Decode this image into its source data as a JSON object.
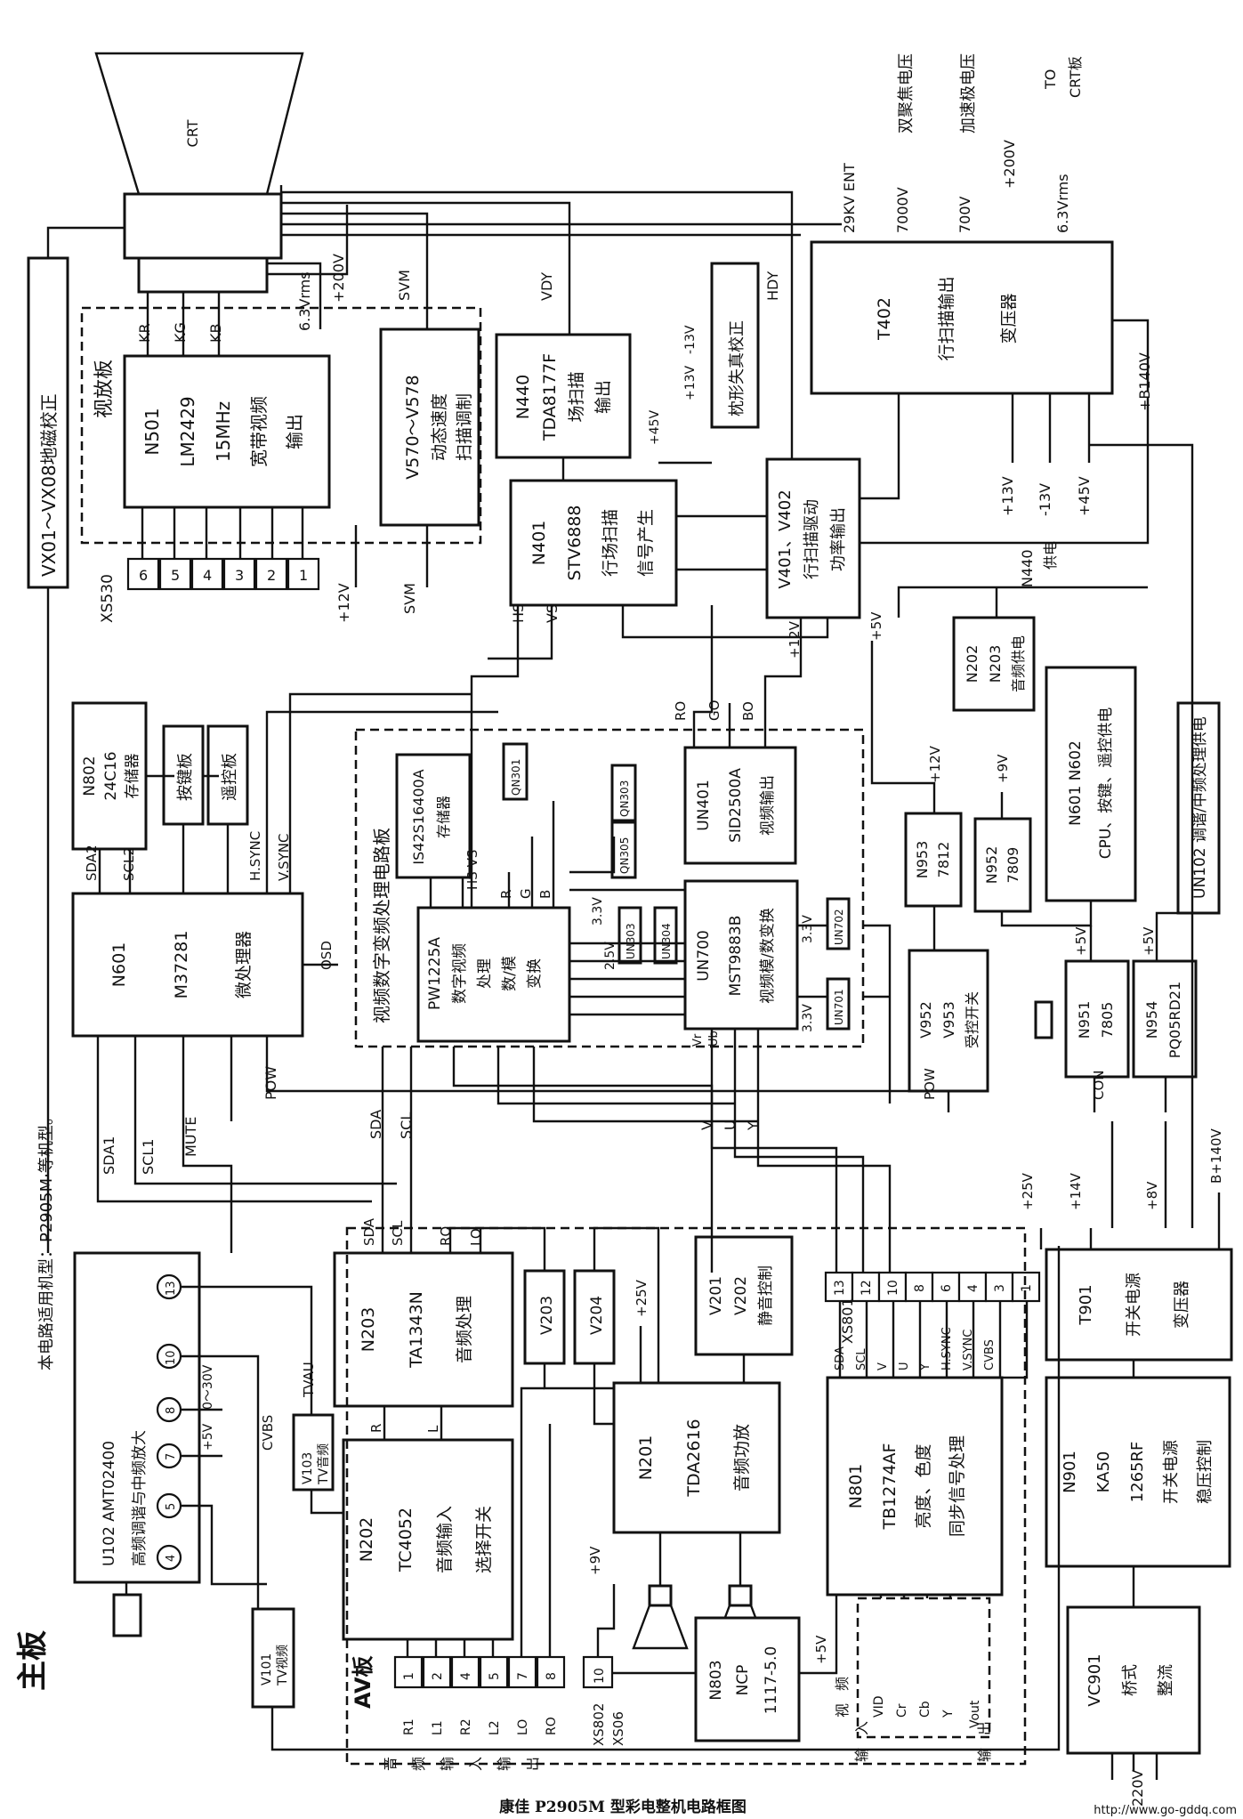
{
  "side_notes": {
    "main_board": "主板",
    "applicable_models": "本电路适用机型：P2905M·等机型。"
  },
  "crt": {
    "label": "CRT",
    "heater": "6.3Vrms",
    "plus200": "+200V",
    "kr": "KR",
    "kg": "KG",
    "kb": "KB",
    "svm": "SVM",
    "vdy": "VDY",
    "hdy": "HDY"
  },
  "blocks": {
    "vx01": [
      "VX01～VX08地磁校正"
    ],
    "video_board_title": "视放板",
    "n501": [
      "N501",
      "LM2429",
      "15MHz",
      "宽带视频",
      "输出"
    ],
    "v570": [
      "V570～V578",
      "动态速度",
      "扫描调制"
    ],
    "n440": [
      "N440",
      "TDA8177F",
      "场扫描",
      "输出"
    ],
    "pincushion": [
      "枕形失真校正"
    ],
    "t402": [
      "T402",
      "行扫描输出",
      "变压器"
    ],
    "n401": [
      "N401",
      "STV6888",
      "行场扫描",
      "信号产生"
    ],
    "v401": [
      "V401、V402",
      "行扫描驱动",
      "功率输出"
    ],
    "n802": [
      "N802",
      "24C16",
      "存储器"
    ],
    "keyboard": [
      "按键板"
    ],
    "remote": [
      "遥控板"
    ],
    "n601_mcu": [
      "N601",
      "M37281",
      "微处理器"
    ],
    "dsp_title": "视频数字变频处理电路板",
    "is42": [
      "IS42S16400A",
      "存储器"
    ],
    "pw1225": [
      "PW1225A",
      "数字视频",
      "处理",
      "数/模",
      "变换"
    ],
    "un401": [
      "UN401",
      "SID2500A",
      "视频输出"
    ],
    "un700": [
      "UN700",
      "MST9883B",
      "视频模/数变换"
    ],
    "n202_audio_pwr": [
      "N202",
      "N203",
      "音频供电"
    ],
    "n601_pwr": [
      "N601  N602",
      "CPU、按键、遥控供电"
    ],
    "n953": [
      "N953",
      "7812"
    ],
    "n952": [
      "N952",
      "7809"
    ],
    "v952": [
      "V952",
      "V953",
      "受控开关"
    ],
    "n951": [
      "N951",
      "7805"
    ],
    "n954": [
      "N954",
      "PQ05RD21"
    ],
    "un102_pwr": [
      "UN102 调谐/中频处理供电"
    ],
    "n203": [
      "N203",
      "TA1343N",
      "音频处理"
    ],
    "v203": [
      "V203"
    ],
    "v204": [
      "V204"
    ],
    "v201": [
      "V201",
      "V202",
      "静音控制"
    ],
    "t901": [
      "T901",
      "开关电源",
      "变压器"
    ],
    "u102": [
      "U102 AMT02400",
      "高频调谐与中频放大"
    ],
    "n202": [
      "N202",
      "TC4052",
      "音频输入",
      "选择开关"
    ],
    "n201": [
      "N201",
      "TDA2616",
      "音频功放"
    ],
    "n801": [
      "N801",
      "TB1274AF",
      "亮度、色度",
      "同步信号处理"
    ],
    "n901": [
      "N901",
      "KA50",
      "1265RF",
      "开关电源",
      "稳压控制"
    ],
    "v103": [
      "V103",
      "TV音频"
    ],
    "v101": [
      "V101",
      "TV视频"
    ],
    "n803": [
      "N803",
      "NCP",
      "1117-5.0"
    ],
    "vc901": [
      "VC901",
      "桥式",
      "整流"
    ],
    "av_board": [
      "AV板"
    ]
  },
  "connectors": {
    "xs530": {
      "name": "XS530",
      "pins": [
        "6",
        "5",
        "4",
        "3",
        "2",
        "1"
      ]
    },
    "xs801": {
      "name": "XS801",
      "pins": [
        "13",
        "12",
        "10",
        "8",
        "6",
        "4",
        "3",
        "1"
      ]
    },
    "xs802": {
      "name": "XS802",
      "alt": "XS06",
      "pins": [
        "1",
        "2",
        "4",
        "5",
        "7",
        "8",
        "10"
      ]
    },
    "u102_pins": [
      "13",
      "10",
      "8",
      "7",
      "5",
      "4"
    ]
  },
  "signals": {
    "t402_outputs": [
      "29KV ENT",
      "7000V",
      "700V",
      "+200V",
      "6.3Vrms"
    ],
    "t402_targets": [
      "双聚焦电压",
      "加速极电压"
    ],
    "to_crt": [
      "TO",
      "CRT板"
    ],
    "n440_supply": [
      "+13V",
      "-13V",
      "+45V",
      "N440",
      "供电"
    ],
    "n440_pins": [
      "-13V",
      "+13V",
      "+45V"
    ],
    "b140": "+B140V",
    "b140_low": "B+140V",
    "t901_out": [
      "+25V",
      "+14V",
      "+8V"
    ],
    "v12": "+12V",
    "v12b": "+12V",
    "v12c": "+12V",
    "v9": "+9V",
    "v9b": "+9V",
    "v5": "+5V",
    "v5b": "+5V",
    "v5c": "+5V",
    "v5d": "+5V",
    "v25": "+25V",
    "v3_3": [
      "3.3V",
      "2.5V",
      "3.3V",
      "3.3V"
    ],
    "hs": "HS",
    "vs": "VS",
    "hsvs": "HS VS",
    "ro": "RO",
    "go": "GO",
    "bo": "BO",
    "r": "R",
    "g": "G",
    "b": "B",
    "sda2": "SDA2",
    "scl2": "SCL2",
    "hsync": "H.SYNC",
    "vsync": "V.SYNC",
    "osd": "OSD",
    "sda": "SDA",
    "scl": "SCL",
    "sda1": "SDA1",
    "scl1": "SCL1",
    "mute": "MUTE",
    "pow": "POW",
    "pow2": "POW",
    "con": "CON",
    "v": "V",
    "u": "U",
    "y": "Y",
    "ro_lo": [
      "RO",
      "LO"
    ],
    "tvau": "TVAU",
    "cvbs": "CVBS",
    "r_l": [
      "R",
      "L"
    ],
    "u102_supply": [
      "+5V",
      "0～30V"
    ],
    "n801_pins": [
      "SDA",
      "SCL",
      "V",
      "U",
      "Y",
      "H.SYNC",
      "V.SYNC",
      "CVBS"
    ],
    "av_pins": [
      "VID",
      "Cr",
      "Cb",
      "Y",
      "Vout"
    ],
    "av_io": [
      "R1",
      "L1",
      "R2",
      "L2",
      "LO",
      "RO"
    ],
    "audio_io_label": [
      "音",
      "频",
      "输",
      "入",
      "输",
      "出"
    ],
    "video_io_label": [
      "视",
      "频",
      "输",
      "入",
      "输",
      "出"
    ],
    "un_small": [
      "QN301",
      "QN303",
      "QN305",
      "UN303",
      "UN304",
      "UN701",
      "UN702"
    ],
    "mains": "220V",
    "un_pins": [
      "Vr",
      "Ub"
    ]
  },
  "caption": "康佳 P2905M 型彩电整机电路框图",
  "watermark": "http://www.go-gddq.com"
}
